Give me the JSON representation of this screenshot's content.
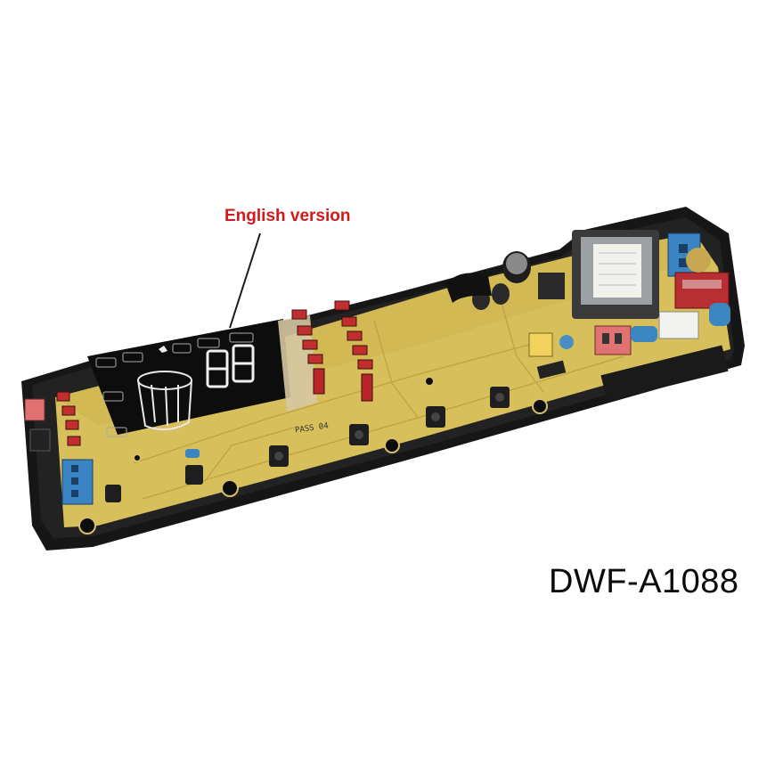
{
  "annotation": {
    "label": "English version",
    "color": "#d11a1a"
  },
  "product": {
    "model_code": "DWF-A1088"
  },
  "board": {
    "pcb_color": "#d8c15a",
    "tray_color": "#1a1a1a",
    "display_readout": "88",
    "pass_sticker": "PASS 04",
    "connector_colors": [
      "#3b84c4",
      "#e07272",
      "#f0d25c",
      "#f2f2f0"
    ]
  }
}
